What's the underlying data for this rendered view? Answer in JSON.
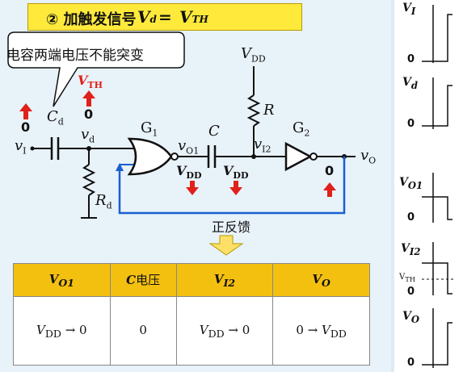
{
  "title": {
    "prefix": "② 加触发信号",
    "lhs": "V",
    "lhs_sub": "d",
    "eq": " = ",
    "rhs": "V",
    "rhs_sub": "TH"
  },
  "callout": "电容两端电压不能突变",
  "circuit": {
    "vi": "v",
    "vi_sub": "I",
    "cd": "C",
    "cd_sub": "d",
    "vd": "v",
    "vd_sub": "d",
    "rd": "R",
    "rd_sub": "d",
    "g1": "G",
    "g1_sub": "1",
    "vo1": "v",
    "vo1_sub": "O1",
    "c": "C",
    "vdd_top": "V",
    "vdd_top_sub": "DD",
    "r": "R",
    "vi2": "v",
    "vi2_sub": "I2",
    "g2": "G",
    "g2_sub": "2",
    "vo": "v",
    "vo_sub": "O",
    "vth_red": "V",
    "vth_red_sub": "TH",
    "zero_left": "0",
    "zero_vd": "0",
    "zero_out": "0",
    "vdd_a": "V",
    "vdd_a_sub": "DD",
    "vdd_b": "V",
    "vdd_b_sub": "DD",
    "feedback": "正反馈"
  },
  "table": {
    "headers": [
      {
        "sym": "V",
        "sub": "O1",
        "cn": ""
      },
      {
        "sym": "C",
        "sub": "",
        "cn": "电压"
      },
      {
        "sym": "V",
        "sub": "I2",
        "cn": ""
      },
      {
        "sym": "V",
        "sub": "O",
        "cn": ""
      }
    ],
    "cells": [
      {
        "a": "V",
        "a_sub": "DD",
        "arrow": " → ",
        "b": "0",
        "b_sub": ""
      },
      {
        "a": "0",
        "a_sub": "",
        "arrow": "",
        "b": "",
        "b_sub": ""
      },
      {
        "a": "V",
        "a_sub": "DD",
        "arrow": " → ",
        "b": "0",
        "b_sub": ""
      },
      {
        "a": "0",
        "a_sub": "",
        "arrow": " → ",
        "b": "V",
        "b_sub": "DD"
      }
    ]
  },
  "waves": {
    "labels": [
      {
        "sym": "V",
        "sub": "I"
      },
      {
        "sym": "V",
        "sub": "d"
      },
      {
        "sym": "V",
        "sub": "O1"
      },
      {
        "sym": "V",
        "sub": "I2"
      },
      {
        "sym": "V",
        "sub": "O"
      }
    ],
    "zero": "0",
    "vth": "V",
    "vth_sub": "TH"
  },
  "colors": {
    "highlight": "#ffea3c",
    "header": "#f4c010",
    "feedback": "#1a5fd0",
    "red": "#e0201a",
    "arrow_fill": "#ffe066"
  }
}
